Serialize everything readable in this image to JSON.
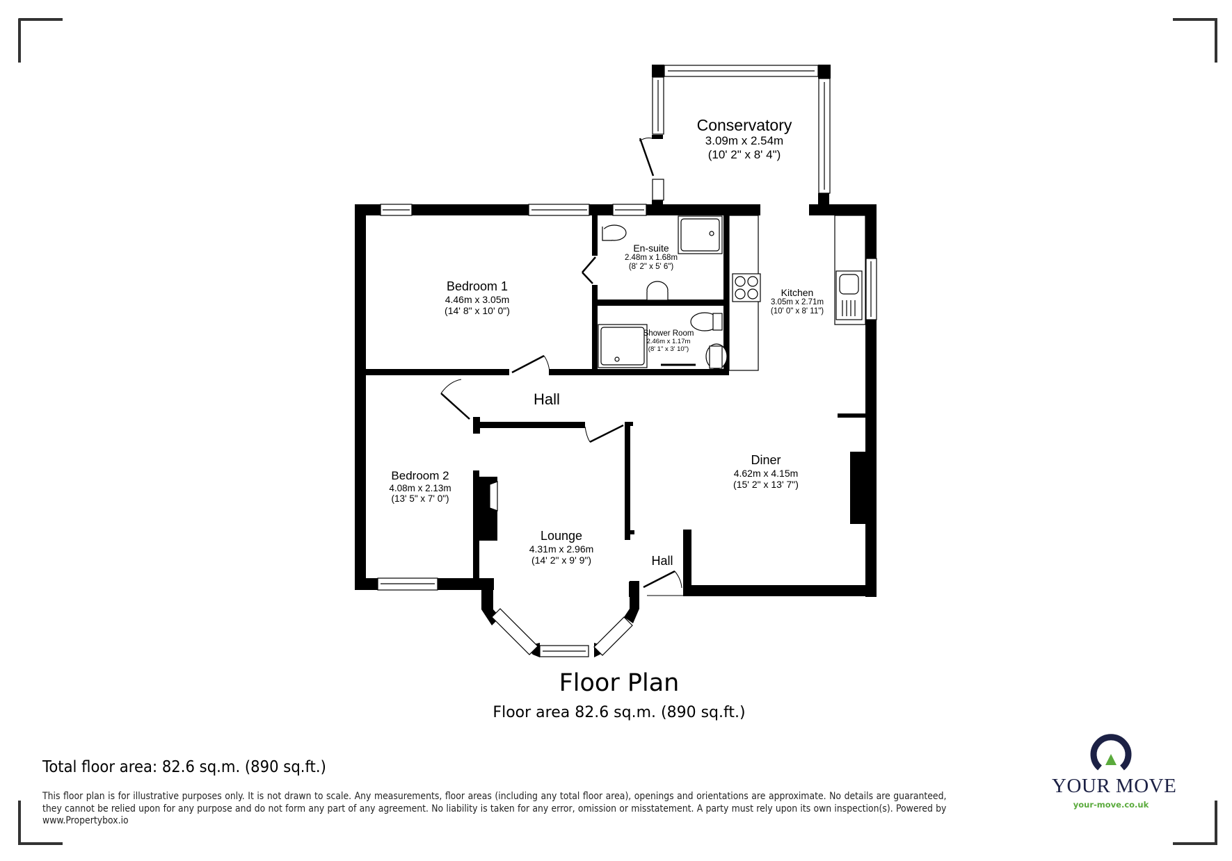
{
  "plan": {
    "title": "Floor Plan",
    "floor_area": "Floor area 82.6 sq.m. (890 sq.ft.)",
    "rooms": [
      {
        "name": "Conservatory",
        "metric": "3.09m x 2.54m",
        "imperial": "(10' 2\" x 8' 4\")"
      },
      {
        "name": "En-suite",
        "metric": "2.48m x 1.68m",
        "imperial": "(8' 2\" x 5' 6\")"
      },
      {
        "name": "Bedroom 1",
        "metric": "4.46m x 3.05m",
        "imperial": "(14' 8\" x 10' 0\")"
      },
      {
        "name": "Kitchen",
        "metric": "3.05m x 2.71m",
        "imperial": "(10' 0\" x 8' 11\")"
      },
      {
        "name": "Shower Room",
        "metric": "2.46m x 1.17m",
        "imperial": "(8' 1\" x 3' 10\")"
      },
      {
        "name": "Bedroom 2",
        "metric": "4.08m x 2.13m",
        "imperial": "(13' 5\" x 7' 0\")"
      },
      {
        "name": "Diner",
        "metric": "4.62m x 4.15m",
        "imperial": "(15' 2\" x 13' 7\")"
      },
      {
        "name": "Lounge",
        "metric": "4.31m x 2.96m",
        "imperial": "(14' 2\" x 9' 9\")"
      }
    ],
    "halls": [
      {
        "name": "Hall"
      },
      {
        "name": "Hall"
      }
    ]
  },
  "footer": {
    "total_area": "Total floor area: 82.6 sq.m. (890 sq.ft.)",
    "disclaimer": "This floor plan is for illustrative purposes only. It is not drawn to scale. Any measurements, floor areas (including any total floor area), openings and orientations are approximate. No details are guaranteed, they cannot be relied upon for any purpose and do not form any part of any agreement. No liability is taken for any error, omission or misstatement. A party must rely upon its own inspection(s). Powered by www.Propertybox.io"
  },
  "logo": {
    "brand": "YOUR MOVE",
    "url": "your-move.co.uk",
    "colors": {
      "navy": "#1c2145",
      "green": "#5aaa3c"
    }
  },
  "colors": {
    "wall": "#000000",
    "corner_marks": "#333333",
    "background": "#ffffff"
  }
}
